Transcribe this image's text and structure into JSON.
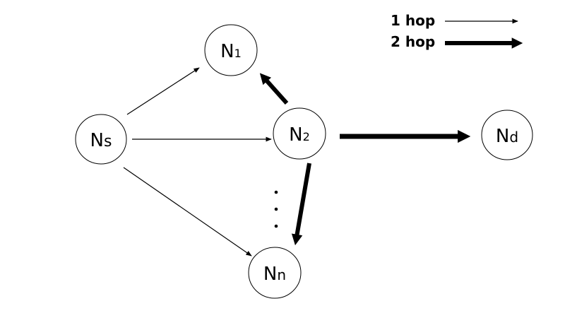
{
  "legend": {
    "one_hop_label": "1 hop",
    "two_hop_label": "2 hop"
  },
  "nodes": {
    "ns": {
      "main": "N",
      "sub": "s"
    },
    "n1": {
      "main": "N",
      "sub": "1"
    },
    "n2": {
      "main": "N",
      "sub": "2"
    },
    "nn": {
      "main": "N",
      "sub": "n"
    },
    "nd": {
      "main": "N",
      "sub": "d"
    }
  },
  "ellipsis": "⋮",
  "colors": {
    "stroke": "#000000",
    "background": "#ffffff"
  }
}
